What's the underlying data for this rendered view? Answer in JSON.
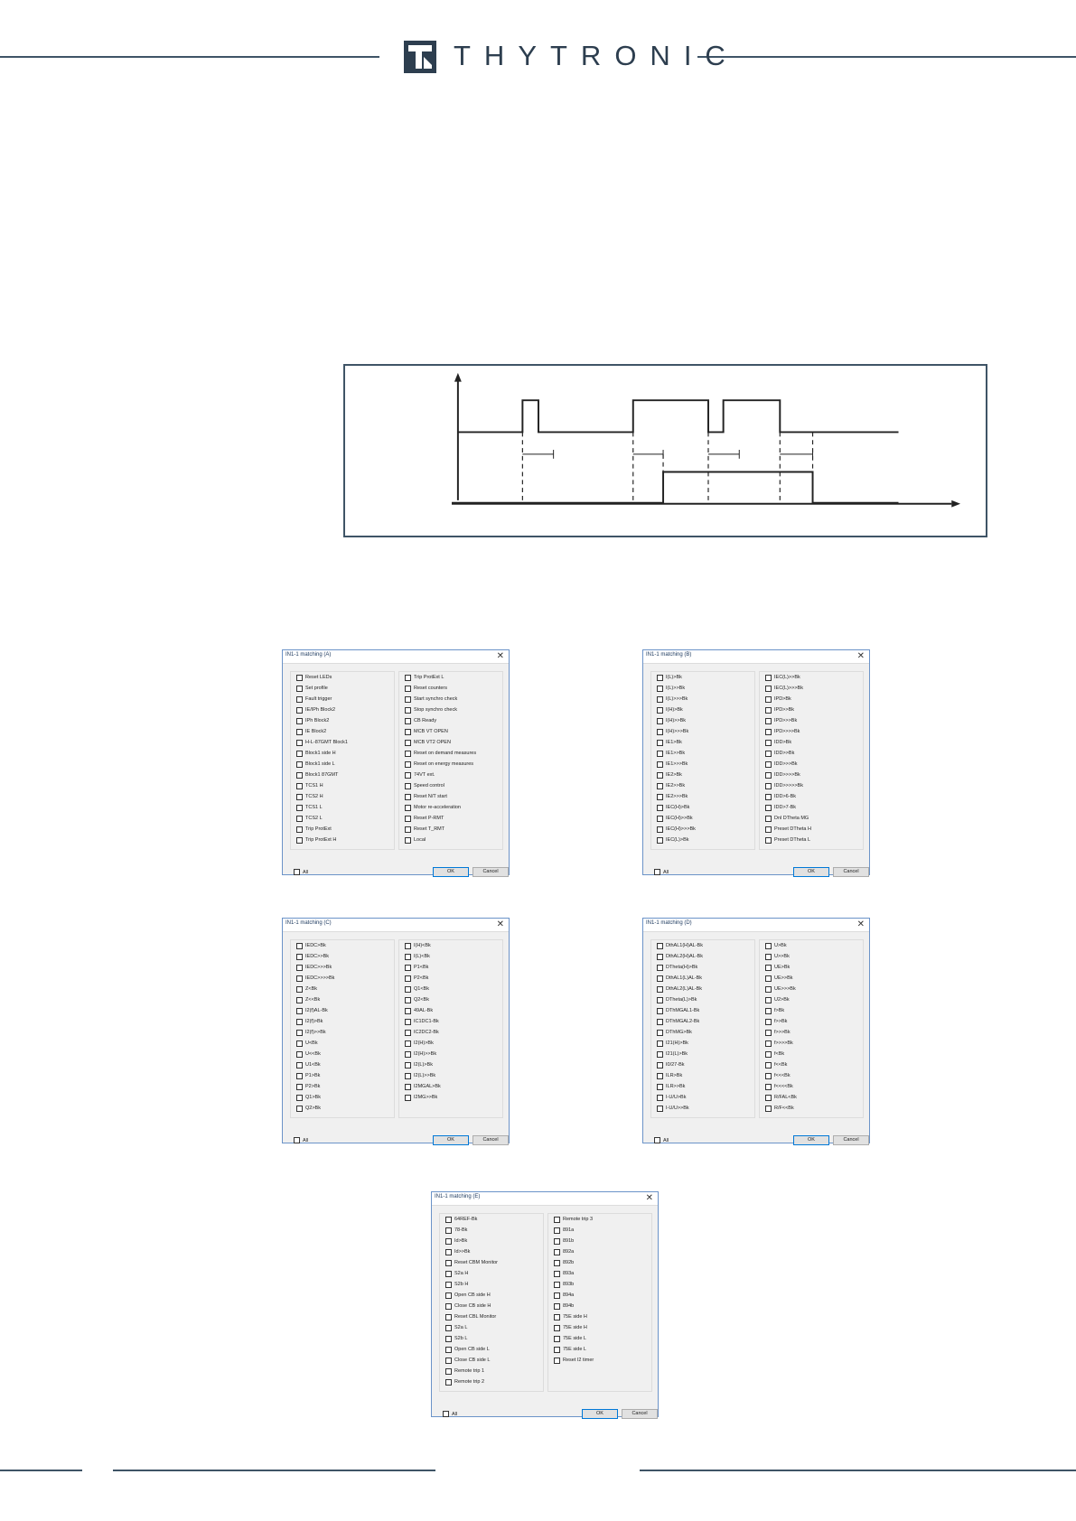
{
  "brand": {
    "name": "THYTRONIC"
  },
  "dialogs": [
    {
      "title": "IN1-1 matching (A)",
      "left": [
        "Reset LEDs",
        "Set profile",
        "Fault trigger",
        "IE/IPh Block2",
        "IPh Block2",
        "IE Block2",
        "H-L-87GMT Block1",
        "Block1 side H",
        "Block1 side L",
        "Block1 87GMT",
        "TCS1 H",
        "TCS2 H",
        "TCS1 L",
        "TCS2 L",
        "Trip ProtExt",
        "Trip ProtExt H"
      ],
      "right": [
        "Trip ProtExt L",
        "Reset counters",
        "Start synchro check",
        "Stop synchro check",
        "CB Ready",
        "MCB VT OPEN",
        "MCB VT2 OPEN",
        "Reset on demand measures",
        "Reset on energy measures",
        "74VT ext.",
        "Speed control",
        "Reset N/T start",
        "Motor re-acceleration",
        "Reset P-RMT",
        "Reset T_RMT",
        "Local"
      ],
      "all": "All",
      "ok": "OK",
      "cancel": "Cancel"
    },
    {
      "title": "IN1-1 matching (B)",
      "left": [
        "I(L)>Bk",
        "I(L)>>Bk",
        "I(L)>>>Bk",
        "I(H)>Bk",
        "I(H)>>Bk",
        "I(H)>>>Bk",
        "IE1>Bk",
        "IE1>>Bk",
        "IE1>>>Bk",
        "IE2>Bk",
        "IE2>>Bk",
        "IE2>>>Bk",
        "IEC(H)>Bk",
        "IEC(H)>>Bk",
        "IEC(H)>>>Bk",
        "IEC(L)>Bk"
      ],
      "right": [
        "IEC(L)>>Bk",
        "IEC(L)>>>Bk",
        "IPD>Bk",
        "IPD>>Bk",
        "IPD>>>Bk",
        "IPD>>>>Bk",
        "IDD>Bk",
        "IDD>>Bk",
        "IDD>>>Bk",
        "IDD>>>>Bk",
        "IDD>>>>>Bk",
        "IDD>6-Bk",
        "IDD>7-Bk",
        "Dnl DTheta MG",
        "Preset DTheta H",
        "Preset DTheta L"
      ],
      "all": "All",
      "ok": "OK",
      "cancel": "Cancel"
    },
    {
      "title": "IN1-1 matching (C)",
      "left": [
        "IEDC>Bk",
        "IEDC>>Bk",
        "IEDC>>>Bk",
        "IEDC>>>>Bk",
        "Z<Bk",
        "Z<<Bk",
        "I2(f)AL-Bk",
        "I2(f)>Bk",
        "I2(f)>>Bk",
        "U<Bk",
        "U<<Bk",
        "U1<Bk",
        "P1>Bk",
        "P2>Bk",
        "Q1>Bk",
        "Q2>Bk"
      ],
      "right": [
        "I(H)<Bk",
        "I(L)<Bk",
        "P1<Bk",
        "P2<Bk",
        "Q1<Bk",
        "Q2<Bk",
        "49AL-Bk",
        "IC1DC1-Bk",
        "IC2DC2-Bk",
        "I2(H)>Bk",
        "I2(H)>>Bk",
        "I2(L)>Bk",
        "I2(L)>>Bk",
        "I2MGAL>Bk",
        "I2MG>>Bk"
      ],
      "all": "All",
      "ok": "OK",
      "cancel": "Cancel"
    },
    {
      "title": "IN1-1 matching (D)",
      "left": [
        "DthAL1(H)AL-Bk",
        "DthAL2(H)AL-Bk",
        "DTheta(H)>Bk",
        "DthAL1(L)AL-Bk",
        "DthAL2(L)AL-Bk",
        "DTheta(L)>Bk",
        "DThMGAL1-Bk",
        "DThMGAL2-Bk",
        "DThMG>Bk",
        "I21(H)>Bk",
        "I21(L)>Bk",
        "I0/27-Bk",
        "ILR>Bk",
        "ILR>>Bk",
        "I-U/U>Bk",
        "I-U/U>>Bk"
      ],
      "right": [
        "U>Bk",
        "U>>Bk",
        "UE>Bk",
        "UE>>Bk",
        "UE>>>Bk",
        "U2>Bk",
        "f>Bk",
        "f>>Bk",
        "f>>>Bk",
        "f>>>>Bk",
        "f<Bk",
        "f<<Bk",
        "f<<<Bk",
        "f<<<<Bk",
        "R/FAL<Bk",
        "R/F<<Bk"
      ],
      "all": "All",
      "ok": "OK",
      "cancel": "Cancel"
    },
    {
      "title": "IN1-1 matching (E)",
      "left": [
        "64REF-Bk",
        "78-Bk",
        "Id>Bk",
        "Id>>Bk",
        "Reset CBM Monitor",
        "S2a H",
        "S2b H",
        "Open CB side H",
        "Close CB side H",
        "Reset CBL Monitor",
        "S2a L",
        "S2b L",
        "Open CB side L",
        "Close CB side L",
        "Remote trip 1",
        "Remote trip 2"
      ],
      "right": [
        "Remote trip 3",
        "891a",
        "891b",
        "892a",
        "892b",
        "893a",
        "893b",
        "894a",
        "894b",
        "75E side H",
        "75E side H",
        "75E side L",
        "75E side L",
        "Reset I2 timer"
      ],
      "all": "All",
      "ok": "OK",
      "cancel": "Cancel"
    }
  ]
}
